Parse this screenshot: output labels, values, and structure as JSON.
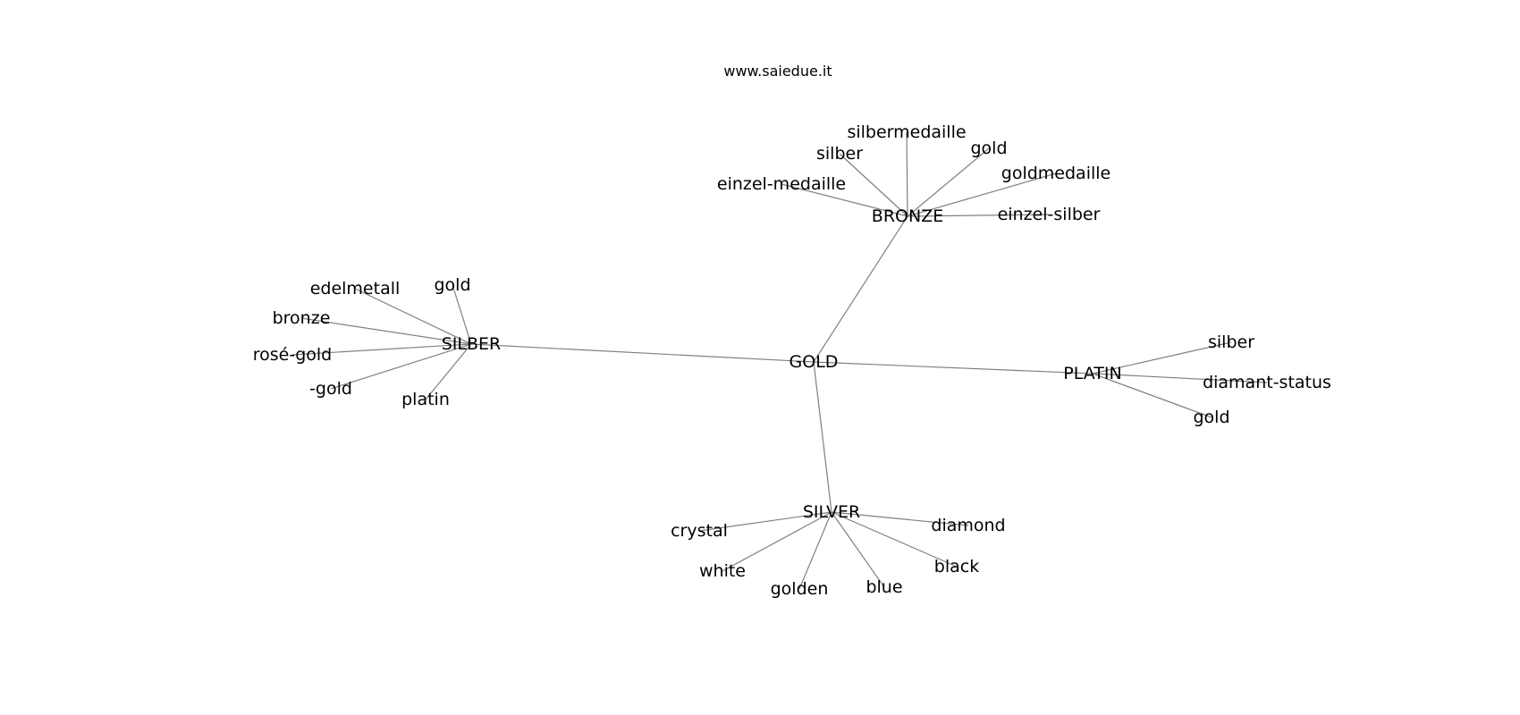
{
  "header": {
    "site_url": "www.saiedue.it"
  },
  "graph": {
    "center": "GOLD",
    "hubs": [
      {
        "name": "BRONZE",
        "leaves": [
          "silbermedaille",
          "silber",
          "gold",
          "goldmedaille",
          "einzel-medaille",
          "einzel-silber"
        ]
      },
      {
        "name": "SILBER",
        "leaves": [
          "edelmetall",
          "gold",
          "bronze",
          "rosé-gold",
          "-gold",
          "platin"
        ]
      },
      {
        "name": "PLATIN",
        "leaves": [
          "silber",
          "diamant-status",
          "gold"
        ]
      },
      {
        "name": "SILVER",
        "leaves": [
          "crystal",
          "diamond",
          "white",
          "black",
          "golden",
          "blue"
        ]
      }
    ]
  },
  "colors": {
    "edge": "#808080",
    "text": "#000000",
    "background": "#ffffff"
  }
}
